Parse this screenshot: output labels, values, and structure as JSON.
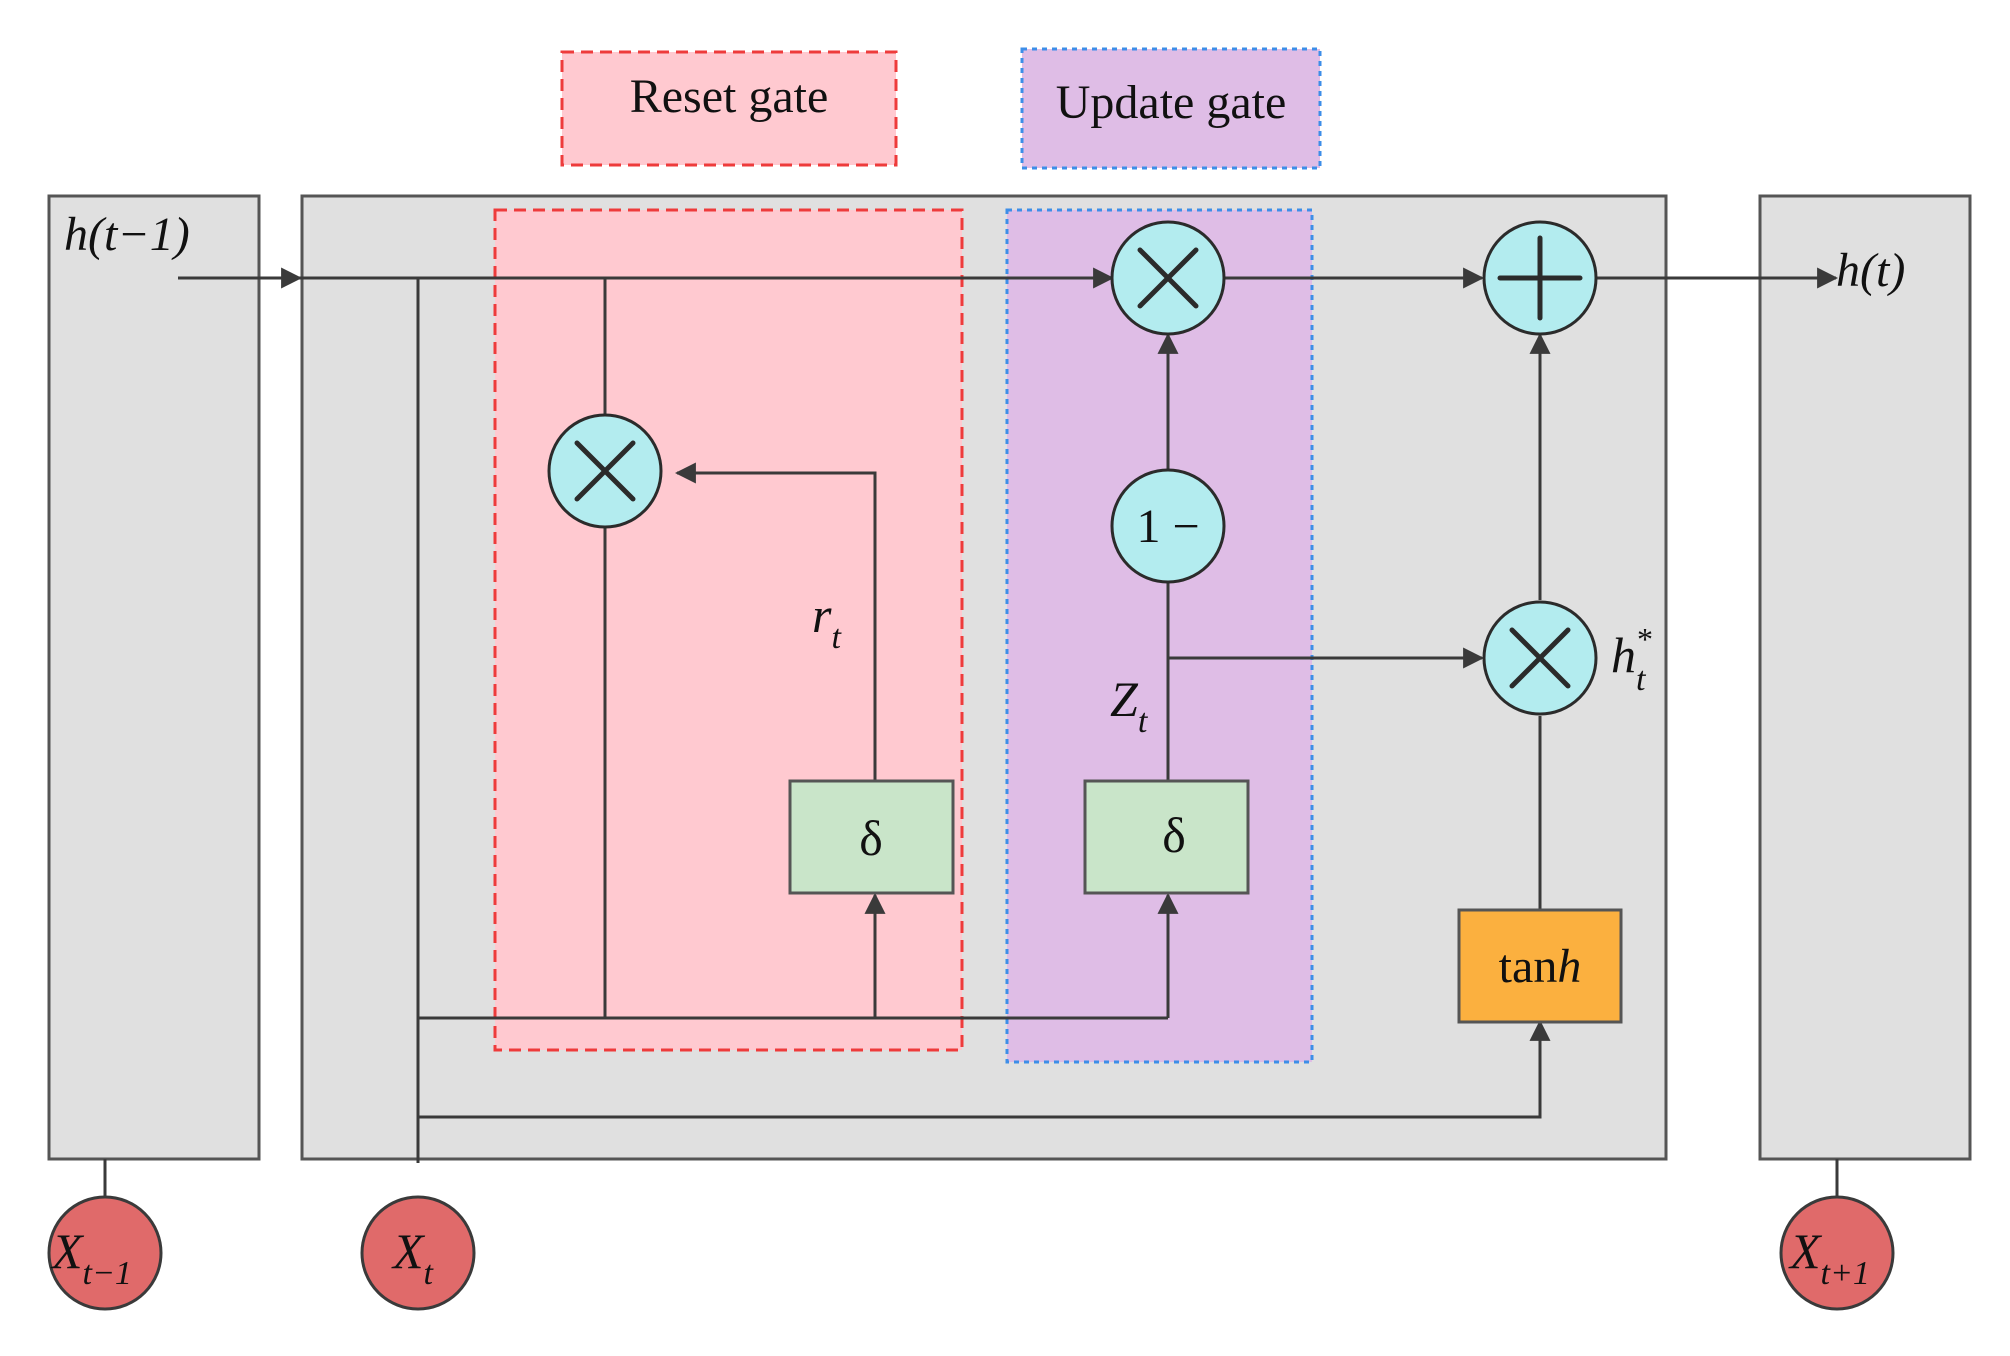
{
  "gates": {
    "reset_label": "Reset gate",
    "update_label": "Update gate"
  },
  "labels": {
    "h_prev": "h(t−1)",
    "h_out": "h(t)",
    "r_main": "r",
    "r_sub": "t",
    "z_main": "Z",
    "z_sub": "t",
    "hstar_main": "h",
    "hstar_sub": "t",
    "hstar_sup": "*",
    "one_minus": "1 −",
    "sigma_reset": "δ",
    "sigma_update": "δ",
    "tanh_prefix": "tan",
    "tanh_suffix": "h"
  },
  "inputs": {
    "prev": {
      "main": "X",
      "sub": "t−1"
    },
    "curr": {
      "main": "X",
      "sub": "t"
    },
    "next": {
      "main": "X",
      "sub": "t+1"
    }
  },
  "colors": {
    "cell_fill": "#e0e0e0",
    "reset_fill": "#ffc9d0",
    "reset_border": "#ee3b3b",
    "update_fill": "#dfbde6",
    "update_border": "#3d8ee8",
    "op_fill": "#b3ecef",
    "sigma_fill": "#c9e5c9",
    "tanh_fill": "#fbb03f",
    "input_fill": "#e06a6a"
  },
  "icons": {
    "multiply": "multiply-icon",
    "add": "plus-icon"
  }
}
